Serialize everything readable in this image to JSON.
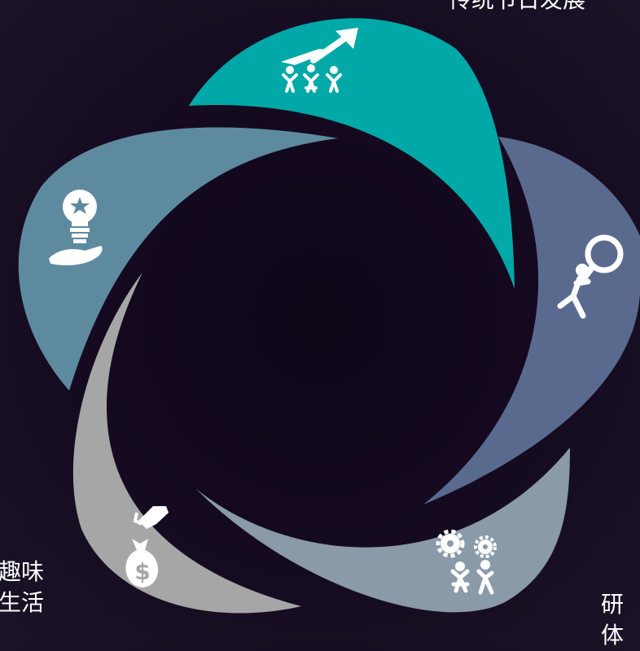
{
  "labels": {
    "top": "传统节日发展",
    "left_line1": "趣味",
    "left_line2": "生活",
    "right_line1": "研",
    "right_line2": "体"
  },
  "colors": {
    "background": "#14091f",
    "petal_teal": "#00a8a8",
    "petal_slate": "#5a6a8f",
    "petal_steel": "#8a9aa8",
    "petal_gray": "#a6a6a6",
    "petal_blue": "#5e8a9f",
    "icon": "#ffffff"
  },
  "icons": [
    "growth-team-icon",
    "search-person-icon",
    "gear-team-icon",
    "money-bag-icon",
    "idea-bulb-icon"
  ]
}
